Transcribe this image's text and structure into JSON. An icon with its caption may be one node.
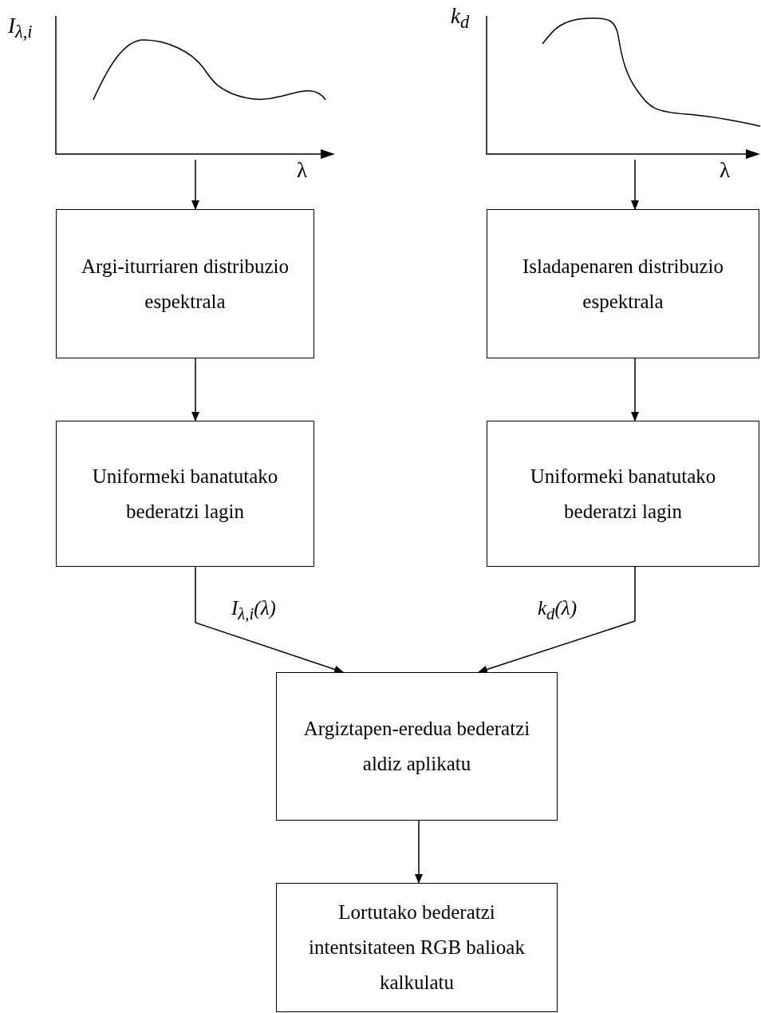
{
  "diagram": {
    "nodes": [
      {
        "text": [
          "I$_{λ,i}$"
        ],
        "beside": [
          "λ"
        ]
      },
      {
        "text": [
          "Argi-iturriaren distribuzio espektrala"
        ]
      },
      {
        "text": [
          "Uniformeki banatutako bederatzi lagin"
        ]
      },
      {
        "text": [
          "k$_{d}$"
        ],
        "beside": [
          "λ"
        ]
      },
      {
        "text": [
          "Isladapenaren distribuzio espektrala"
        ]
      },
      {
        "text": [
          "Uniformeki banatutako bederatzi lagin"
        ]
      },
      {
        "text": [
          "Argiztapen-eredua bederatzi aldiz aplikatu"
        ]
      },
      {
        "text": [
          "Lortutako bederatzi intentsitateen RGB balioak kalkulatu"
        ]
      }
    ],
    "edges": [
      {
        "from": 0,
        "to": 1,
        "arrow": "to"
      },
      {
        "from": 1,
        "to": 2,
        "arrow": "to"
      },
      {
        "from": 2,
        "to": 6,
        "arrow": "to",
        "label": "I$_{λ,i}$(λ)"
      },
      {
        "from": 3,
        "to": 4,
        "arrow": "to"
      },
      {
        "from": 4,
        "to": 5,
        "arrow": "to"
      },
      {
        "from": 5,
        "to": 6,
        "arrow": "to",
        "label": "k$_{d}$(λ)"
      },
      {
        "from": 6,
        "to": 7,
        "arrow": "to"
      }
    ]
  }
}
